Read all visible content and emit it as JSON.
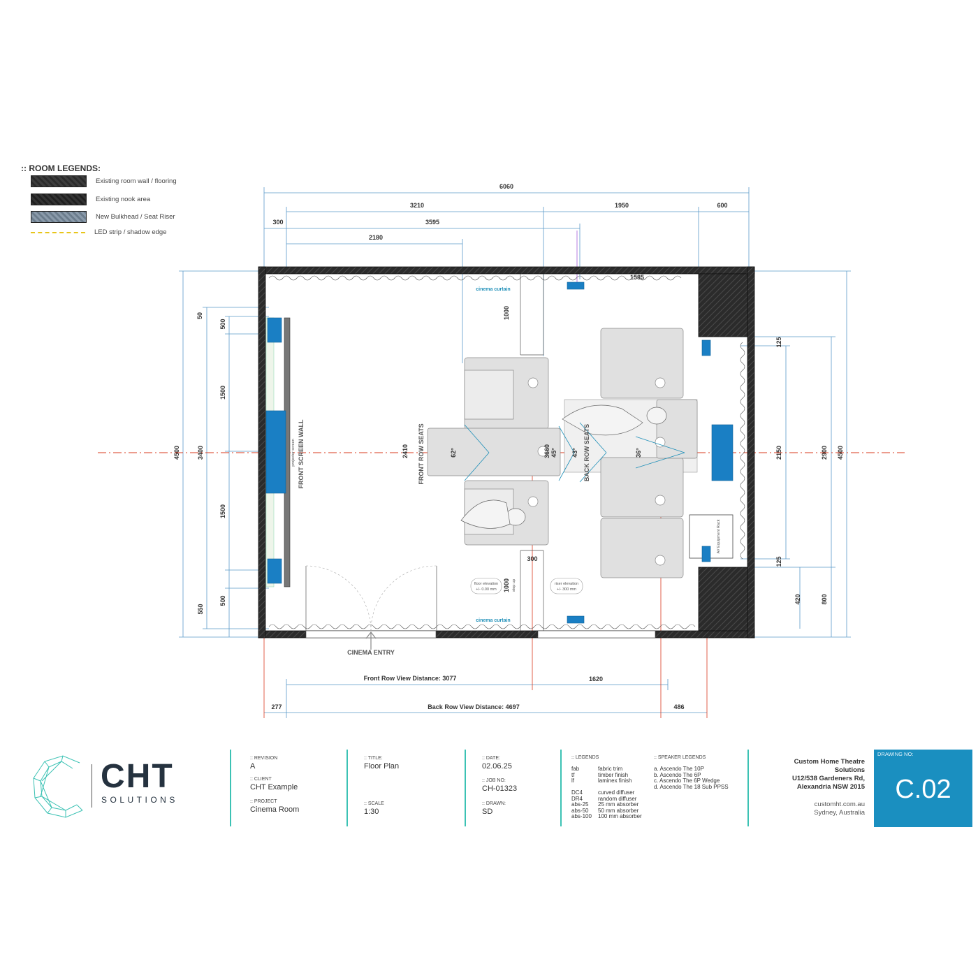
{
  "legend": {
    "title": ":: ROOM LEGENDS:",
    "items": [
      {
        "label": "Existing room wall / flooring",
        "type": "wall"
      },
      {
        "label": "Existing nook area",
        "type": "nook"
      },
      {
        "label": "New Bulkhead / Seat Riser",
        "type": "riser"
      },
      {
        "label": "LED strip / shadow edge",
        "type": "led"
      }
    ]
  },
  "dimensions": {
    "top_overall": "6060",
    "top_3210": "3210",
    "top_1950": "1950",
    "top_600": "600",
    "top_300": "300",
    "top_3595": "3595",
    "top_2180": "2180",
    "inner_1585": "1585",
    "left_4500": "4500",
    "left_3400": "3400",
    "left_50": "50",
    "left_500_top": "500",
    "left_1500_top": "1500",
    "left_1500_bottom": "1500",
    "left_500_bottom": "500",
    "left_550": "550",
    "mid_1000_top": "1000",
    "mid_2410": "2410",
    "mid_3660": "3660",
    "mid_300": "300",
    "mid_1000_bottom": "1000",
    "right_125_top": "125",
    "right_2150": "2150",
    "right_2900": "2900",
    "right_4500": "4500",
    "right_125_bottom": "125",
    "right_420": "420",
    "right_800": "800",
    "front_view": "Front Row View Distance: 3077",
    "back_view": "Back Row View Distance: 4697",
    "bottom_1620": "1620",
    "bottom_277": "277",
    "bottom_486": "486"
  },
  "angles": {
    "a62": "62°",
    "a45": "45°",
    "a43": "43°",
    "a36": "36°"
  },
  "labels": {
    "cinema_curtain_top": "cinema curtain",
    "cinema_curtain_bottom": "cinema curtain",
    "front_screen_wall": "FRONT SCREEN WALL",
    "projector_screen": "projector screen",
    "front_row_seats": "FRONT ROW SEATS",
    "back_row_seats": "BACK ROW SEATS",
    "cinema_entry": "CINEMA ENTRY",
    "av_rack": "AV Equipment Rack",
    "floor_elev_1": "floor elevation",
    "floor_elev_2": "+/- 0.00 mm",
    "riser_elev_1": "riser elevation",
    "riser_elev_2": "+/- 300 mm",
    "step_up": "step up"
  },
  "logo": {
    "brand": "CHT",
    "sub": "SOLUTIONS"
  },
  "title_block": {
    "revision_label": ":: REVISION",
    "revision": "A",
    "client_label": ":: CLIENT",
    "client": "CHT Example",
    "project_label": ":: PROJECT",
    "project": "Cinema Room",
    "title_label": ":: TITLE:",
    "title": "Floor Plan",
    "scale_label": ":: SCALE",
    "scale": "1:30",
    "date_label": ":: DATE:",
    "date": "02.06.25",
    "job_label": ":: JOB NO:",
    "job": "CH-01323",
    "drawn_label": ":: DRAWN:",
    "drawn": "SD",
    "legends_label": ":: LEGENDS",
    "legends_codes": "fab\ntf\nlf\n\nDC4\nDR4\nabs-25\nabs-50\nabs-100",
    "legends_desc": "fabric trim\ntimber finish\nlaminex finish\n\ncurved diffuser\nrandom diffuser\n25 mm absorber\n50 mm absorber\n100 mm absorber",
    "speaker_label": ":: SPEAKER LEGENDS",
    "speaker_items": "a. Ascendo The 10P\nb. Ascendo The 6P\nc. Ascendo The 6P Wedge\nd. Ascendo The 18 Sub PPSS",
    "company_line1": "Custom Home Theatre",
    "company_line2": "Solutions",
    "company_line3": "U12/538 Gardeners Rd,",
    "company_line4": "Alexandria NSW 2015",
    "website": "customht.com.au",
    "location": "Sydney, Australia",
    "drawing_no_label": "DRAWING NO:",
    "drawing_no": "C.02"
  },
  "colors": {
    "accent": "#1a8fc0",
    "teal": "#3cc2b4",
    "centerline": "#d9381e",
    "dim_line": "#5a9ac9",
    "speaker": "#1a7fc4"
  }
}
